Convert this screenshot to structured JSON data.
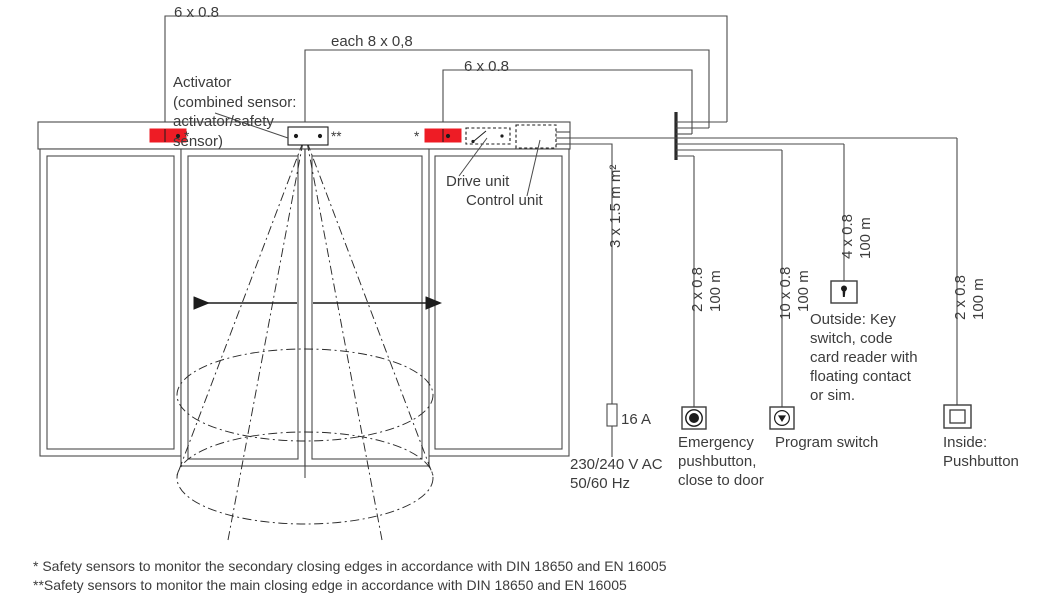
{
  "diagram": {
    "title": "Automatic sliding door wiring diagram",
    "type": "electrical-installation-schematic"
  },
  "cable_labels": {
    "outer_top": "6 x 0.8",
    "middle_top": "each 8 x 0,8",
    "inner_top": "6 x 0.8"
  },
  "callouts": {
    "activator": "Activator\n(combined sensor:\nactivator/safety\nsensor)",
    "drive_unit": "Drive unit",
    "control_unit": "Control unit"
  },
  "markers": {
    "single_star": "*",
    "double_star": "**"
  },
  "branches": [
    {
      "id": "mains",
      "cable": "3 x 1,5 m m²",
      "cable_line1": "3 x 1.5 m m²",
      "length": "",
      "device_label": "16 A",
      "caption": "230/240 V AC\n50/60 Hz",
      "symbol": "fuse-icon"
    },
    {
      "id": "emergency",
      "cable_line1": "2 x 0.8",
      "cable_line2": "100 m",
      "caption": "Emergency\npushbutton,\nclose to door",
      "symbol": "emergency-pushbutton-icon"
    },
    {
      "id": "program",
      "cable_line1": "10 x 0.8",
      "cable_line2": "100 m",
      "caption": "Program switch",
      "symbol": "program-switch-icon"
    },
    {
      "id": "keyswitch",
      "cable_line1": "4 x 0.8",
      "cable_line2": "100 m",
      "caption": "Outside: Key\nswitch, code\ncard reader with\nfloating contact\nor sim.",
      "symbol": "key-switch-icon"
    },
    {
      "id": "inside-pushbutton",
      "cable_line1": "2 x 0.8",
      "cable_line2": "100 m",
      "caption": "Inside:\nPushbutton",
      "symbol": "pushbutton-icon"
    }
  ],
  "branch_text": {
    "mains_cable": "3 x 1.5 m m²",
    "mains_fuse": "16 A",
    "mains_caption_1": "230/240 V AC",
    "mains_caption_2": "50/60 Hz",
    "emergency_cable": "2 x 0.8",
    "emergency_len": "100 m",
    "emergency_cap_1": "Emergency",
    "emergency_cap_2": "pushbutton,",
    "emergency_cap_3": "close to door",
    "program_cable": "10 x 0.8",
    "program_len": "100 m",
    "program_cap_1": "Program switch",
    "key_cable": "4 x 0.8",
    "key_len": "100 m",
    "key_cap_1": "Outside: Key",
    "key_cap_2": "switch, code",
    "key_cap_3": "card reader with",
    "key_cap_4": "floating contact",
    "key_cap_5": "or sim.",
    "inside_cable": "2 x 0.8",
    "inside_len": "100 m",
    "inside_cap_1": "Inside:",
    "inside_cap_2": "Pushbutton"
  },
  "footnotes": {
    "line1": "* Safety sensors to monitor the secondary closing edges in accordance with DIN 18650 and EN 16005",
    "line2": "**Safety sensors to monitor the main closing edge in accordance with DIN 18650 and EN 16005"
  },
  "colors": {
    "sensor_red": "#ee1c25",
    "line": "#4a4a4a",
    "text": "#3c3c3c",
    "background": "#ffffff"
  }
}
